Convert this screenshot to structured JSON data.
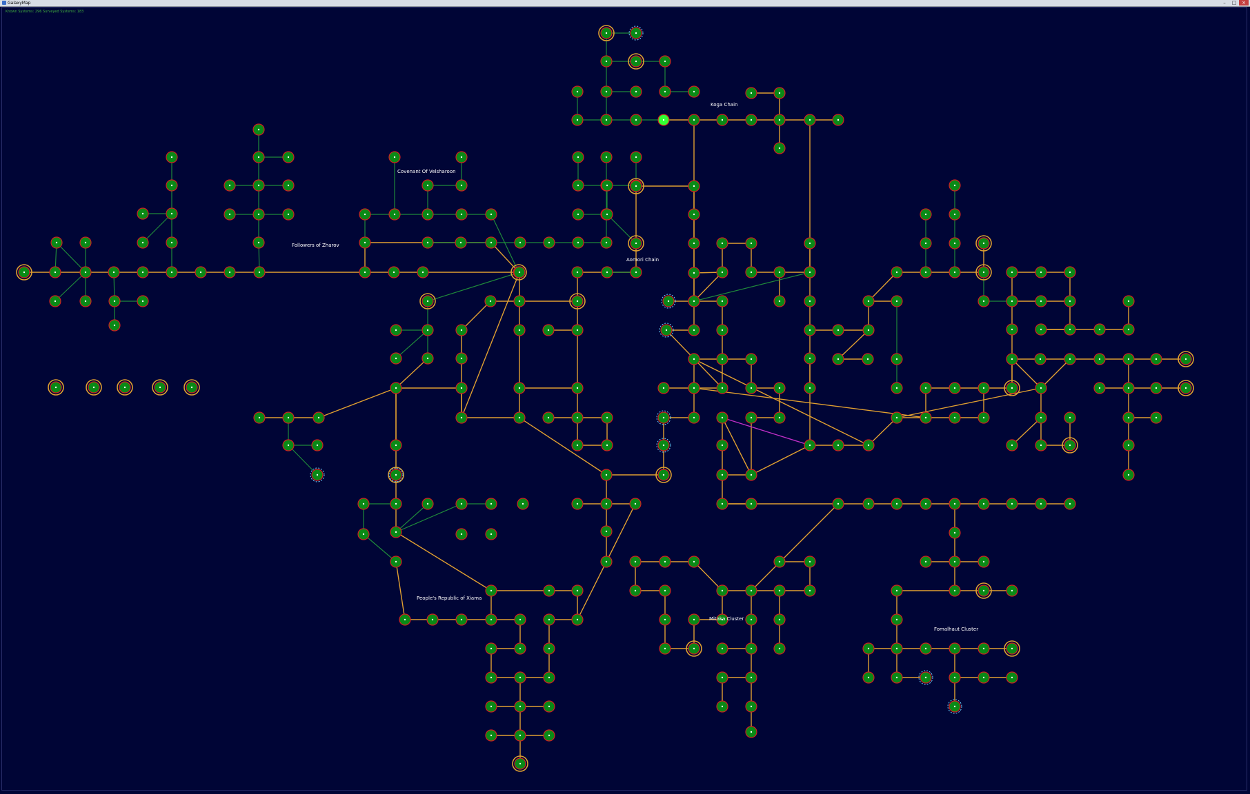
{
  "window": {
    "title": "GalaxyMap",
    "status": "Known Systems: 296  Surveyed Systems: 183"
  },
  "colors": {
    "background": "#000536",
    "lane": "#e0a030",
    "lane_secondary": "#1f8a3a",
    "special_lane": "#c02fc8",
    "node_fill": "#0a8a16",
    "node_ring": "#d02020",
    "owned_ring": "#e0a030",
    "highlight": "#33ff33"
  },
  "regions": [
    {
      "id": "koga",
      "label": "Koga Chain"
    },
    {
      "id": "velsharoon",
      "label": "Covenant Of Velsharoon"
    },
    {
      "id": "zharov",
      "label": "Followers of Zharov"
    },
    {
      "id": "aomori",
      "label": "Aomori Chain"
    },
    {
      "id": "xiama",
      "label": "People's Republic of Xiama"
    },
    {
      "id": "mitaka",
      "label": "Mitaka Cluster"
    },
    {
      "id": "fomalhaut",
      "label": "Fomalhaut Cluster"
    }
  ]
}
